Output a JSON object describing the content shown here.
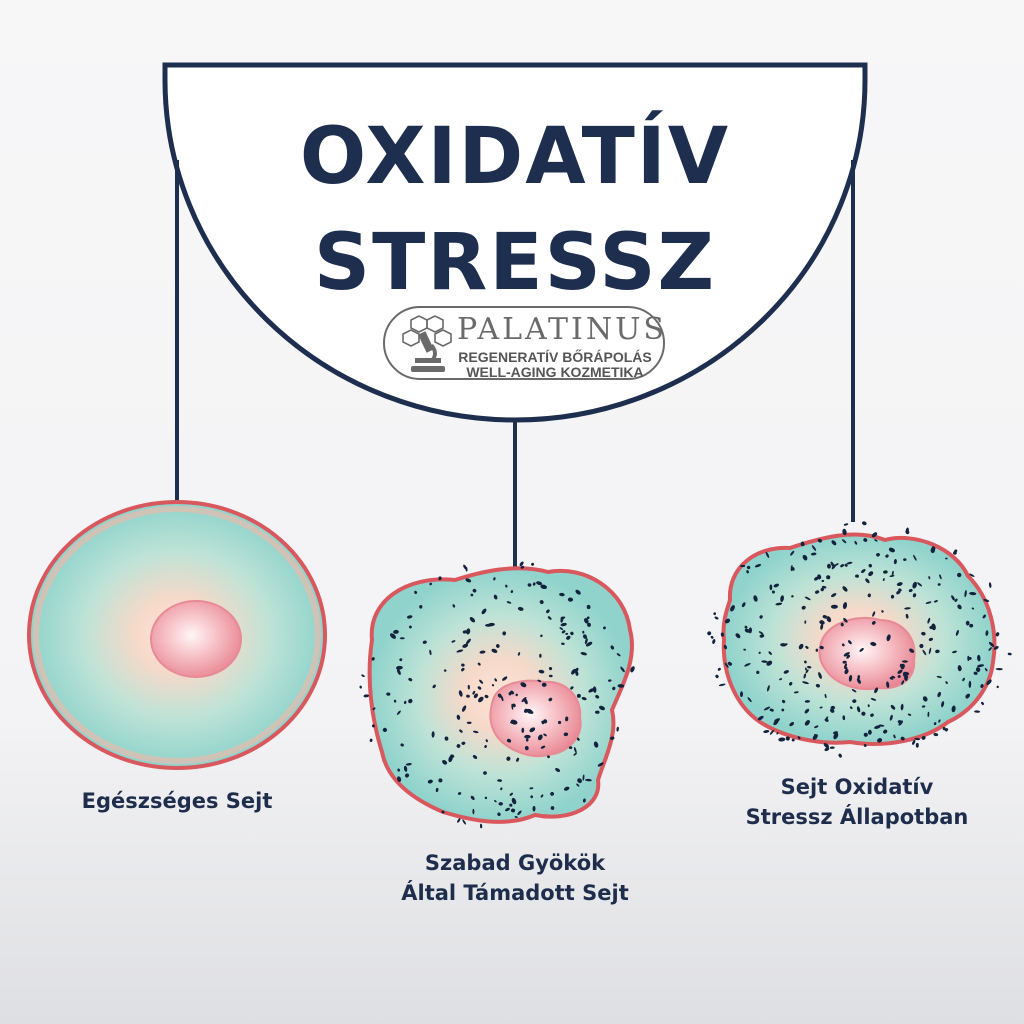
{
  "title": {
    "line1": "OXIDATÍV",
    "line2": "STRESSZ"
  },
  "logo": {
    "name": "PALATINUS",
    "tagline1": "REGENERATÍV BŐRÁPOLÁS",
    "tagline2": "WELL-AGING KOZMETIKA",
    "icon": "microscope-hexagon-icon"
  },
  "cells": [
    {
      "id": "healthy",
      "label": "Egészséges Sejt",
      "damage_level": 0
    },
    {
      "id": "attacked",
      "label_line1": "Szabad Gyökök",
      "label_line2": "Által Támadott Sejt",
      "damage_level": 1
    },
    {
      "id": "stressed",
      "label_line1": "Sejt Oxidatív",
      "label_line2": "Stressz Állapotban",
      "damage_level": 2
    }
  ],
  "colors": {
    "navy": "#1e2e4f",
    "cell_outer": "#8fd3cc",
    "cell_inner": "#fbd5c8",
    "membrane": "#d9585e",
    "nucleus": "#ef9aa3",
    "radicals": "#14233d"
  }
}
